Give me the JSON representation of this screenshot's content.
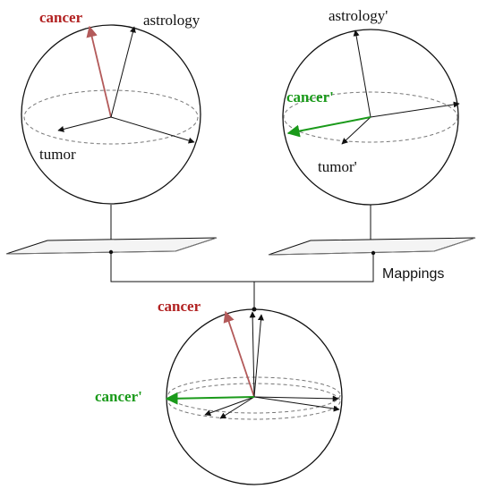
{
  "labels": {
    "left_cancer": "cancer",
    "left_astrology": "astrology",
    "left_tumor": "tumor",
    "right_astrology": "astrology'",
    "right_cancer": "cancer'",
    "right_tumor": "tumor'",
    "mappings": "Mappings",
    "bottom_cancer": "cancer",
    "bottom_cancer_prime": "cancer'"
  },
  "colors": {
    "red": "#b22222",
    "red_arrow": "#b35a5a",
    "green": "#1a9a1a",
    "line": "#111111",
    "dashed": "#777777"
  }
}
